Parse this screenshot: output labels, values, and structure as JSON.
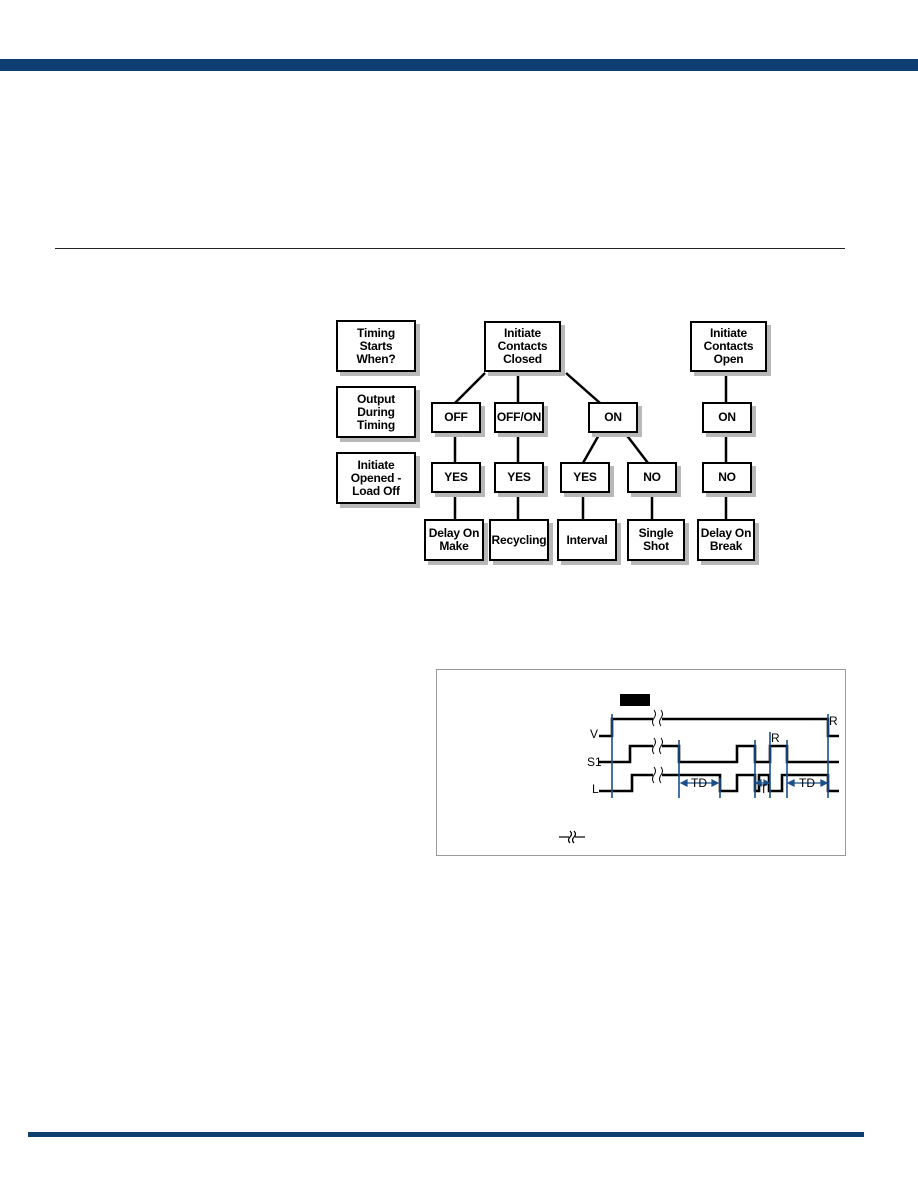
{
  "flowchart": {
    "legend": [
      "Timing\nStarts\nWhen?",
      "Output\nDuring\nTiming",
      "Initiate\nOpened -\nLoad Off"
    ],
    "closed_root": "Initiate\nContacts\nClosed",
    "open_root": "Initiate\nContacts\nOpen",
    "level1": {
      "off": "OFF",
      "offon": "OFF/ON",
      "on": "ON",
      "on_open": "ON"
    },
    "level2": {
      "yes1": "YES",
      "yes2": "YES",
      "yes3": "YES",
      "no1": "NO",
      "no2": "NO"
    },
    "modes": {
      "delay_on_make": "Delay On\nMake",
      "recycling": "Recycling",
      "interval": "Interval",
      "single_shot": "Single\nShot",
      "delay_on_break": "Delay On\nBreak"
    }
  },
  "timing": {
    "signals": [
      "V",
      "S1",
      "L"
    ],
    "reset_labels": [
      "R",
      "R"
    ],
    "td_labels": [
      "TD",
      "TD"
    ],
    "t_label": "T",
    "colors": {
      "line": "#000000",
      "marker": "#1a4f8a"
    }
  }
}
